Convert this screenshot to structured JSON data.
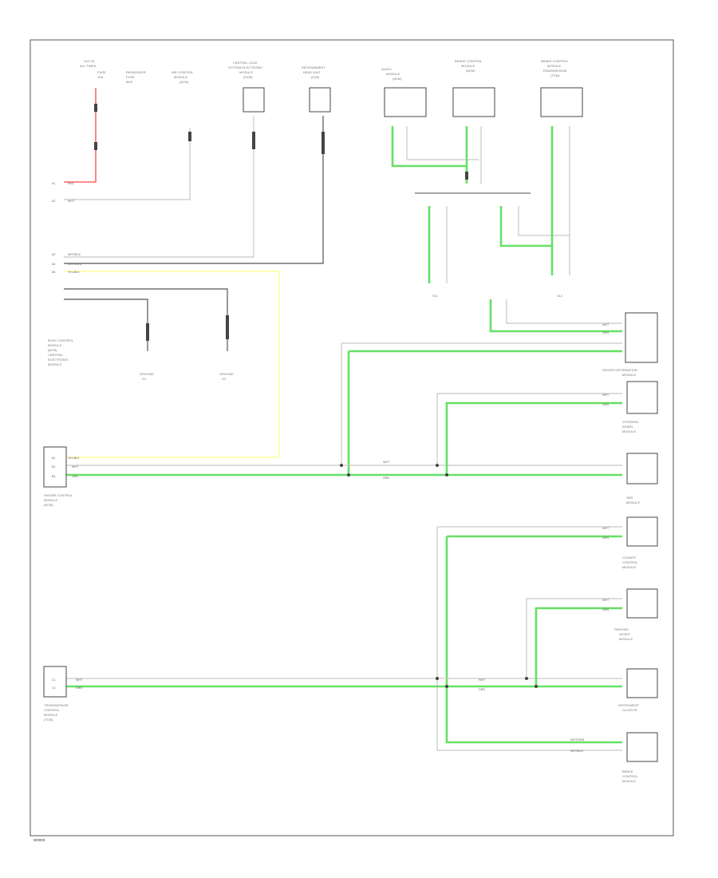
{
  "figure_ref": "W0000",
  "components": {
    "fuse": [
      "HOT AT",
      "ALL TIMES",
      "FUSE",
      "15A"
    ],
    "fuse_note": [
      "PASSENGER",
      "FUSE",
      "BOX"
    ],
    "top_modules": [
      [
        "AIR CONTROL",
        "MODULE",
        "(ACM)"
      ],
      [
        "CENTRAL LOCK",
        "SYSTEM ELECTRONIC",
        "MODULE",
        "(CEM)"
      ],
      [
        "INFOTAINMENT",
        "HEAD UNIT",
        "(ICM)"
      ],
      [
        "AUDIO",
        "MODULE",
        "(AUM)"
      ],
      [
        "BRAKE CONTROL",
        "MODULE",
        "(BCM)"
      ],
      [
        "BRAKE CONTROL",
        "MODULE",
        "TRANSMISSION",
        "(TCM)"
      ]
    ],
    "left_block": [
      "BODY CONTROL",
      "MODULE",
      "(BCM)"
    ],
    "left_block_note": [
      "CENTRAL",
      "ELECTRONIC",
      "MODULE"
    ],
    "ground_left": [
      "GROUND",
      "G1"
    ],
    "ground_right": [
      "GROUND",
      "G2"
    ],
    "right_modules": [
      [
        "DRIVER INFORMATION",
        "MODULE"
      ],
      [
        "STEERING",
        "WHEEL",
        "MODULE"
      ],
      [
        "SRS",
        "MODULE"
      ],
      [
        "CLIMATE",
        "CONTROL",
        "MODULE"
      ],
      [
        "PARKING",
        "ASSIST",
        "MODULE"
      ],
      [
        "INSTRUMENT",
        "CLUSTER"
      ],
      [
        "BRAKE",
        "CONTROL",
        "MODULE"
      ]
    ],
    "ecm": [
      "ENGINE CONTROL",
      "MODULE",
      "(ECM)"
    ],
    "tcm": [
      "TRANSMISSION",
      "CONTROL",
      "MODULE",
      "(TCM)"
    ]
  },
  "wire_labels": {
    "red": "RED",
    "grn": "GRN",
    "wht": "WHT",
    "yel_blk": "YEL/BLK",
    "wht_blk": "WHT/BLK",
    "wht_grn": "WHT/GRN"
  },
  "pin_labels": {
    "a1": "A1",
    "a2": "A2",
    "a3": "A3",
    "a4": "A4",
    "a5": "A5",
    "b1": "B1",
    "b2": "B2",
    "b3": "B3",
    "c1": "C1",
    "c2": "C2"
  },
  "splices": {
    "s1": "S11",
    "s2": "S12"
  },
  "colors": {
    "red_wire": "#ff6666",
    "green_wire": "#66e066",
    "yellow_wire": "#ffff99",
    "gray_wire": "#c8c8c8"
  }
}
